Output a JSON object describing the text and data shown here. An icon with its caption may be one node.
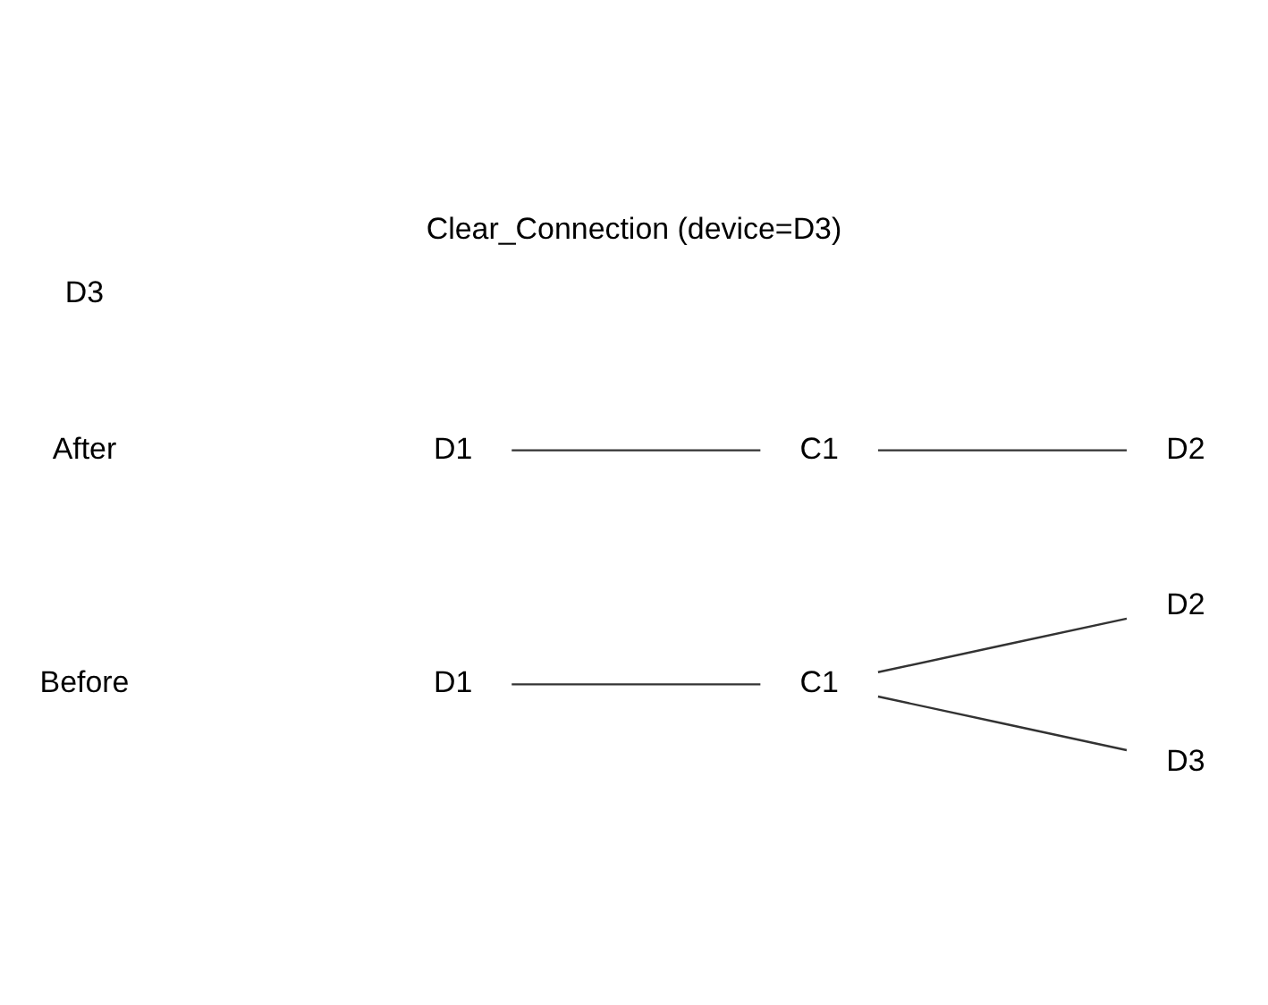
{
  "diagram": {
    "title": "Clear_Connection (device=D3)",
    "nodes": [
      {
        "text": [
          "D1"
        ]
      },
      {
        "text": [
          "C1"
        ]
      },
      {
        "text": [
          "D2"
        ]
      },
      {
        "text": [
          "D3"
        ]
      },
      {
        "text": [
          "D1"
        ]
      },
      {
        "text": [
          "C1"
        ]
      },
      {
        "text": [
          "D2"
        ]
      },
      {
        "text": [
          "D3"
        ]
      }
    ],
    "edges": [
      {
        "from": 0,
        "to": 1,
        "arrow": "none"
      },
      {
        "from": 1,
        "to": 2,
        "arrow": "none"
      },
      {
        "from": 1,
        "to": 3,
        "arrow": "none"
      },
      {
        "from": 4,
        "to": 5,
        "arrow": "none"
      },
      {
        "from": 5,
        "to": 6,
        "arrow": "none"
      }
    ],
    "labels": [
      "Before",
      "After"
    ]
  }
}
